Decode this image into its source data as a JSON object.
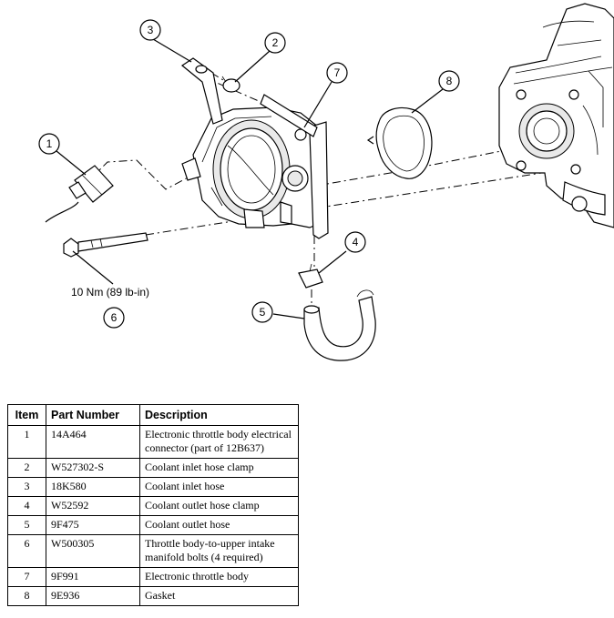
{
  "figure": {
    "figure_id": "N0003049",
    "torque_label": "10 Nm (89 lb-in)",
    "callouts": [
      "1",
      "2",
      "3",
      "4",
      "5",
      "6",
      "7",
      "8"
    ]
  },
  "table": {
    "headers": [
      "Item",
      "Part Number",
      "Description"
    ],
    "rows": [
      {
        "item": "1",
        "part": "14A464",
        "desc": "Electronic throttle body electrical connector (part of 12B637)"
      },
      {
        "item": "2",
        "part": "W527302-S",
        "desc": "Coolant inlet hose clamp"
      },
      {
        "item": "3",
        "part": "18K580",
        "desc": "Coolant inlet hose"
      },
      {
        "item": "4",
        "part": "W52592",
        "desc": "Coolant outlet hose clamp"
      },
      {
        "item": "5",
        "part": "9F475",
        "desc": "Coolant outlet hose"
      },
      {
        "item": "6",
        "part": "W500305",
        "desc": "Throttle body-to-upper intake manifold bolts (4 required)"
      },
      {
        "item": "7",
        "part": "9F991",
        "desc": "Electronic throttle body"
      },
      {
        "item": "8",
        "part": "9E936",
        "desc": "Gasket"
      }
    ]
  }
}
